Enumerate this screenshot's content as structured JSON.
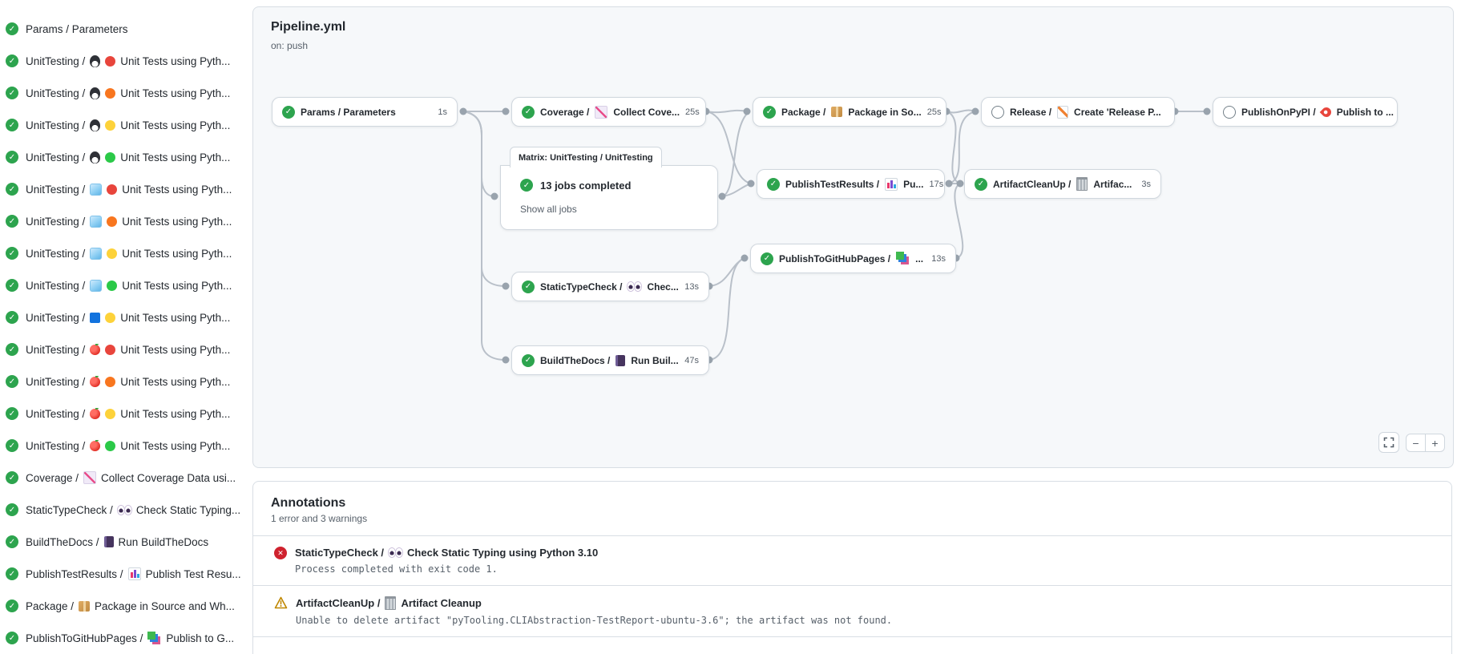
{
  "page": {
    "title": "Pipeline.yml",
    "trigger": "on: push"
  },
  "icons": {
    "success-check-icon": "✓ white check in green circle",
    "neutral-circle-icon": "○ gray outline circle (not run)",
    "error-icon": "✕ white cross in red circle",
    "warning-icon": "⚠ amber outlined triangle",
    "penguin-icon": "🐧",
    "ice-cube-icon": "🧊",
    "blue-square-icon": "🟦",
    "apple-icon": "🍎",
    "chart-increasing-icon": "📈",
    "eyes-icon": "👀",
    "notebook-icon": "📓",
    "bar-chart-icon": "📊",
    "package-icon": "📦",
    "books-icon": "📚",
    "wastebasket-icon": "🗑",
    "memo-icon": "📝",
    "rocket-icon": "🚀",
    "fullscreen-icon": "⛶",
    "zoom-out-icon": "−",
    "zoom-in-icon": "+"
  },
  "colors": {
    "success_green": "#2da44e",
    "error_red": "#cf222e",
    "warning_amber": "#bf8700",
    "python_red": "#e8453c",
    "python_orange": "#f8761f",
    "python_yellow": "#fdd23a",
    "python_green": "#2bc948"
  },
  "sidebar": {
    "items": [
      {
        "text_before": "Params / Parameters"
      },
      {
        "text_before": "UnitTesting /",
        "os_icon": "penguin",
        "dot": "red",
        "text_after": "Unit Tests using Pyth..."
      },
      {
        "text_before": "UnitTesting /",
        "os_icon": "penguin",
        "dot": "orange",
        "text_after": "Unit Tests using Pyth..."
      },
      {
        "text_before": "UnitTesting /",
        "os_icon": "penguin",
        "dot": "yellow",
        "text_after": "Unit Tests using Pyth..."
      },
      {
        "text_before": "UnitTesting /",
        "os_icon": "penguin",
        "dot": "green",
        "text_after": "Unit Tests using Pyth..."
      },
      {
        "text_before": "UnitTesting /",
        "os_icon": "ice-cube",
        "dot": "red",
        "text_after": "Unit Tests using Pyth..."
      },
      {
        "text_before": "UnitTesting /",
        "os_icon": "ice-cube",
        "dot": "orange",
        "text_after": "Unit Tests using Pyth..."
      },
      {
        "text_before": "UnitTesting /",
        "os_icon": "ice-cube",
        "dot": "yellow",
        "text_after": "Unit Tests using Pyth..."
      },
      {
        "text_before": "UnitTesting /",
        "os_icon": "ice-cube",
        "dot": "green",
        "text_after": "Unit Tests using Pyth..."
      },
      {
        "text_before": "UnitTesting /",
        "os_icon": "blue-square",
        "dot": "yellow",
        "text_after": "Unit Tests using Pyth..."
      },
      {
        "text_before": "UnitTesting /",
        "os_icon": "apple",
        "dot": "red",
        "text_after": "Unit Tests using Pyth..."
      },
      {
        "text_before": "UnitTesting /",
        "os_icon": "apple",
        "dot": "orange",
        "text_after": "Unit Tests using Pyth..."
      },
      {
        "text_before": "UnitTesting /",
        "os_icon": "apple",
        "dot": "yellow",
        "text_after": "Unit Tests using Pyth..."
      },
      {
        "text_before": "UnitTesting /",
        "os_icon": "apple",
        "dot": "green",
        "text_after": "Unit Tests using Pyth..."
      },
      {
        "text_before": "Coverage /",
        "os_icon": "chart-increasing",
        "text_after": "Collect Coverage Data usi..."
      },
      {
        "text_before": "StaticTypeCheck /",
        "os_icon": "eyes",
        "text_after": "Check Static Typing..."
      },
      {
        "text_before": "BuildTheDocs /",
        "os_icon": "notebook",
        "text_after": "Run BuildTheDocs"
      },
      {
        "text_before": "PublishTestResults /",
        "os_icon": "bar-chart",
        "text_after": "Publish Test Resu..."
      },
      {
        "text_before": "Package /",
        "os_icon": "package",
        "text_after": "Package in Source and Wh..."
      },
      {
        "text_before": "PublishToGitHubPages /",
        "os_icon": "books",
        "text_after": "Publish to G..."
      }
    ]
  },
  "graph": {
    "nodes": [
      {
        "id": "params",
        "status": "success",
        "text_before": "Params / Parameters",
        "duration": "1s"
      },
      {
        "id": "coverage",
        "status": "success",
        "text_before": "Coverage /",
        "icon": "chart-increasing",
        "text_after": "Collect Cove...",
        "duration": "25s"
      },
      {
        "id": "package",
        "status": "success",
        "text_before": "Package /",
        "icon": "package",
        "text_after": "Package in So...",
        "duration": "25s"
      },
      {
        "id": "release",
        "status": "not-run",
        "text_before": "Release /",
        "icon": "memo",
        "text_after": "Create 'Release P..."
      },
      {
        "id": "publish-on-pypi",
        "status": "not-run",
        "text_before": "PublishOnPyPI /",
        "icon": "rocket",
        "text_after": "Publish to ..."
      },
      {
        "id": "publish-test-results",
        "status": "success",
        "text_before": "PublishTestResults /",
        "icon": "bar-chart",
        "text_after": "Pu...",
        "duration": "17s"
      },
      {
        "id": "artifact-cleanup",
        "status": "success",
        "text_before": "ArtifactCleanUp /",
        "icon": "wastebasket",
        "text_after": "Artifac...",
        "duration": "3s"
      },
      {
        "id": "publish-to-github-pages",
        "status": "success",
        "text_before": "PublishToGitHubPages /",
        "icon": "books",
        "text_after": "...",
        "duration": "13s"
      },
      {
        "id": "static-type-check",
        "status": "success",
        "text_before": "StaticTypeCheck /",
        "icon": "eyes",
        "text_after": "Chec...",
        "duration": "13s"
      },
      {
        "id": "build-the-docs",
        "status": "success",
        "text_before": "BuildTheDocs /",
        "icon": "notebook",
        "text_after": "Run Buil...",
        "duration": "47s"
      }
    ],
    "matrix": {
      "tab": "Matrix: UnitTesting / UnitTesting",
      "summary": "13 jobs completed",
      "link": "Show all jobs"
    },
    "controls": {
      "zoom_out": "−",
      "zoom_in": "+"
    }
  },
  "annotations": {
    "title": "Annotations",
    "summary": "1 error and 3 warnings",
    "items": [
      {
        "type": "error",
        "title_before": "StaticTypeCheck /",
        "icon": "eyes",
        "title_after": "Check Static Typing using Python 3.10",
        "message": "Process completed with exit code 1."
      },
      {
        "type": "warning",
        "title_before": "ArtifactCleanUp /",
        "icon": "wastebasket",
        "title_after": "Artifact Cleanup",
        "message": "Unable to delete artifact \"pyTooling.CLIAbstraction-TestReport-ubuntu-3.6\"; the artifact was not found."
      }
    ]
  }
}
